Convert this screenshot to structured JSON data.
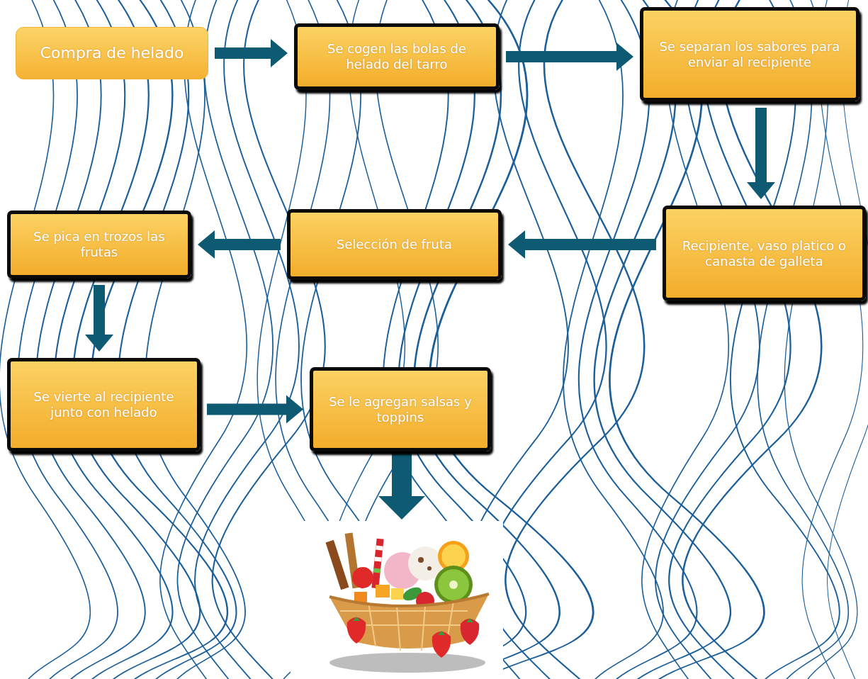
{
  "diagram": {
    "nodes": [
      {
        "text": [
          "Compra de helado"
        ]
      },
      {
        "text": [
          "Se cogen las bolas de helado del tarro"
        ]
      },
      {
        "text": [
          "Se separan los sabores para enviar al recipiente"
        ]
      },
      {
        "text": [
          "Recipiente, vaso platico o canasta de galleta"
        ]
      },
      {
        "text": [
          "Selección de fruta"
        ]
      },
      {
        "text": [
          "Se pica en trozos las frutas"
        ]
      },
      {
        "text": [
          "Se vierte al recipiente junto con helado"
        ]
      },
      {
        "text": [
          "Se le agregan salsas y toppins"
        ]
      }
    ],
    "edges": [
      {
        "from": 0,
        "to": 1,
        "arrow": "to"
      },
      {
        "from": 1,
        "to": 2,
        "arrow": "to"
      },
      {
        "from": 2,
        "to": 3,
        "arrow": "to"
      },
      {
        "from": 3,
        "to": 4,
        "arrow": "to"
      },
      {
        "from": 4,
        "to": 5,
        "arrow": "to"
      },
      {
        "from": 5,
        "to": 6,
        "arrow": "to"
      },
      {
        "from": 6,
        "to": 7,
        "arrow": "to"
      }
    ]
  }
}
